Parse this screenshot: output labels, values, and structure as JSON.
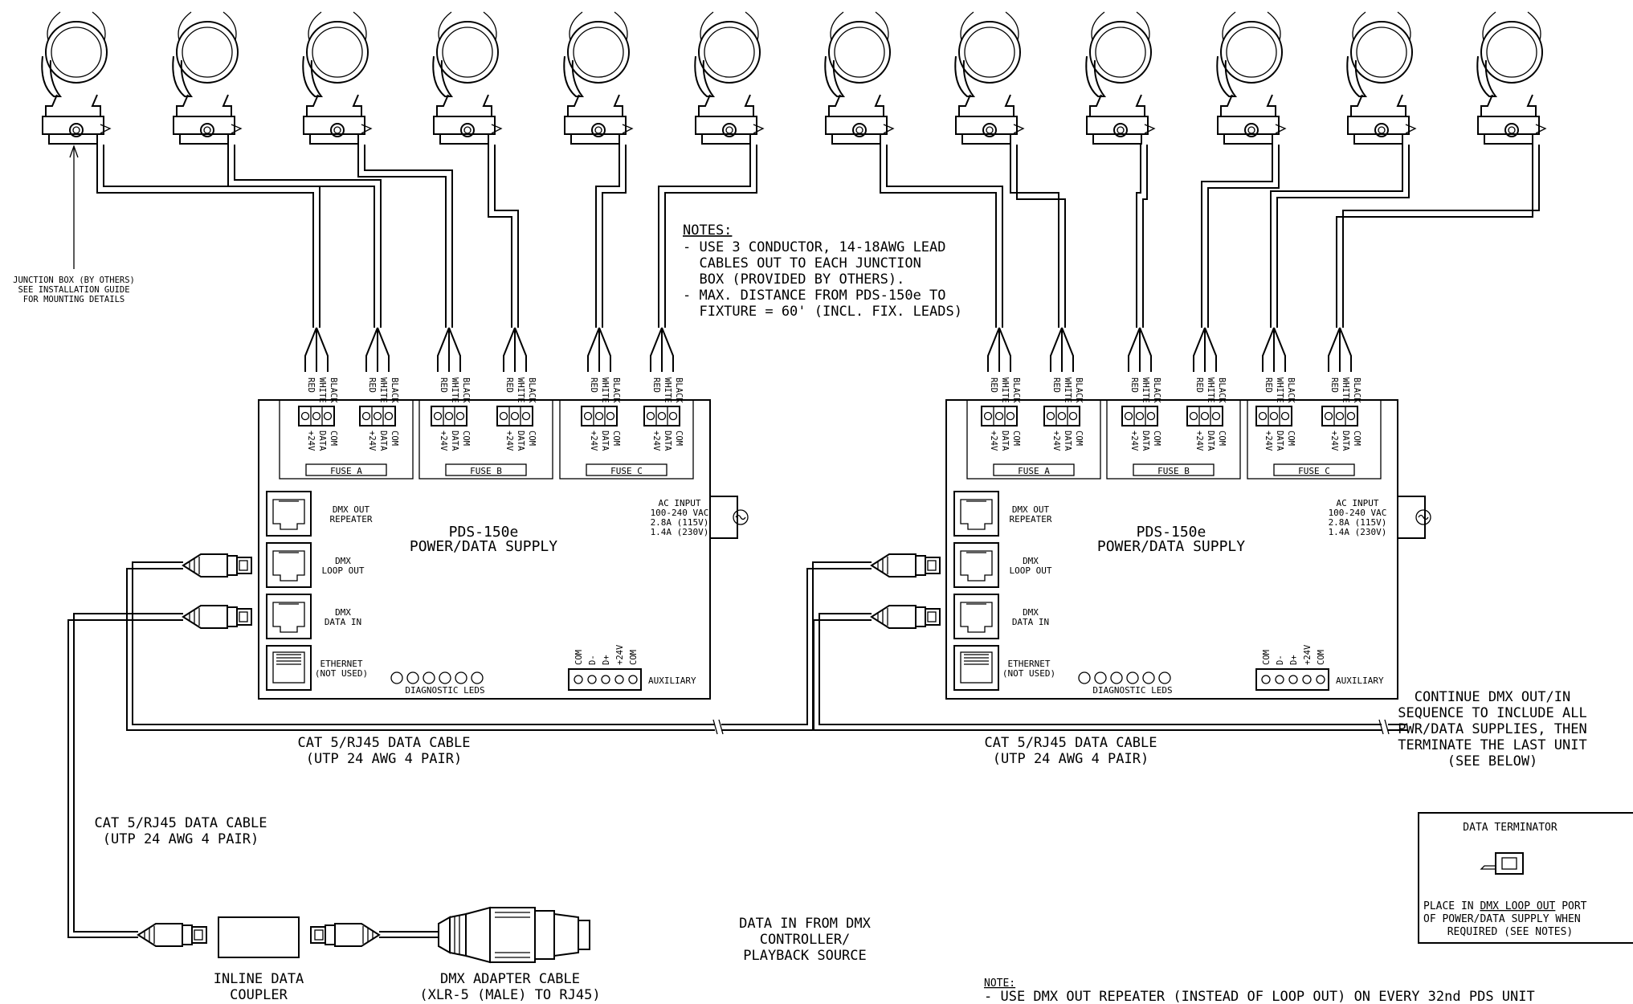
{
  "notes_top": {
    "heading": "NOTES:",
    "lines": [
      "- USE 3 CONDUCTOR, 14-18AWG LEAD",
      "  CABLES OUT TO EACH JUNCTION",
      "  BOX (PROVIDED BY OTHERS).",
      "- MAX. DISTANCE FROM PDS-150e TO",
      "  FIXTURE = 60' (INCL. FIX. LEADS)"
    ]
  },
  "junction_box_callout": [
    "JUNCTION BOX (BY OTHERS)",
    "SEE INSTALLATION GUIDE",
    "FOR MOUNTING DETAILS"
  ],
  "wire_colors": [
    "RED",
    "WHITE",
    "BLACK"
  ],
  "terminal_labels": [
    "+24V",
    "DATA",
    "COM"
  ],
  "fuses": [
    "FUSE A",
    "FUSE B",
    "FUSE C"
  ],
  "pds": {
    "title": "PDS-150e",
    "subtitle": "POWER/DATA SUPPLY",
    "ports": {
      "dmx_out": [
        "DMX OUT",
        "REPEATER"
      ],
      "loop_out": [
        "DMX",
        "LOOP OUT"
      ],
      "data_in": [
        "DMX",
        "DATA IN"
      ],
      "ethernet": [
        "ETHERNET",
        "(NOT USED)"
      ]
    },
    "ac_input": [
      "AC INPUT",
      "100-240 VAC",
      "2.8A (115V)",
      "1.4A (230V)"
    ],
    "diagnostic": "DIAGNOSTIC LEDS",
    "aux_pins": [
      "COM",
      "D-",
      "D+",
      "+24V",
      "COM"
    ],
    "auxiliary": "AUXILIARY"
  },
  "cable_label": [
    "CAT 5/RJ45 DATA CABLE",
    "(UTP 24 AWG 4 PAIR)"
  ],
  "continue_text": [
    "CONTINUE DMX OUT/IN",
    "SEQUENCE TO INCLUDE ALL",
    "PWR/DATA SUPPLIES, THEN",
    "TERMINATE THE LAST UNIT",
    "(SEE BELOW)"
  ],
  "terminator": {
    "title": "DATA TERMINATOR",
    "lines_before": "PLACE IN ",
    "underlined": "DMX LOOP OUT",
    "after": " PORT",
    "line2": "OF POWER/DATA SUPPLY WHEN",
    "line3": "REQUIRED (SEE NOTES)"
  },
  "inline_coupler": [
    "INLINE DATA",
    "COUPLER"
  ],
  "adapter_cable": [
    "DMX ADAPTER CABLE",
    "(XLR-5 (MALE) TO RJ45)"
  ],
  "data_in_text": [
    "DATA IN FROM DMX",
    "CONTROLLER/",
    "PLAYBACK SOURCE"
  ],
  "note_bottom": {
    "heading": "NOTE:",
    "line": "- USE DMX OUT REPEATER (INSTEAD OF LOOP OUT) ON EVERY 32nd PDS UNIT"
  }
}
